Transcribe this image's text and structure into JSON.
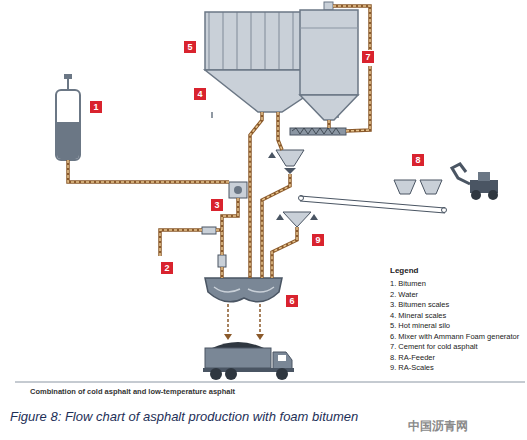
{
  "diagram": {
    "caption": "Figure 8: Flow chart of asphalt production with foam bitumen",
    "labels": [
      "1",
      "2",
      "3",
      "4",
      "5",
      "6",
      "7",
      "8",
      "9",
      "Legend",
      "Combination of cold asphalt and low-temperature asphalt",
      "中国沥青网"
    ],
    "legend": [
      {
        "text": "1. Bitumen"
      },
      {
        "text": "2. Water"
      },
      {
        "text": "3. Bitumen scales"
      },
      {
        "text": "4. Mineral scales"
      },
      {
        "text": "5. Hot mineral silo"
      },
      {
        "text": "6. Mixer with Ammann Foam generator"
      },
      {
        "text": "7. Cement for cold asphalt"
      },
      {
        "text": "8. RA-Feeder"
      },
      {
        "text": "9. RA-Scales"
      }
    ]
  }
}
